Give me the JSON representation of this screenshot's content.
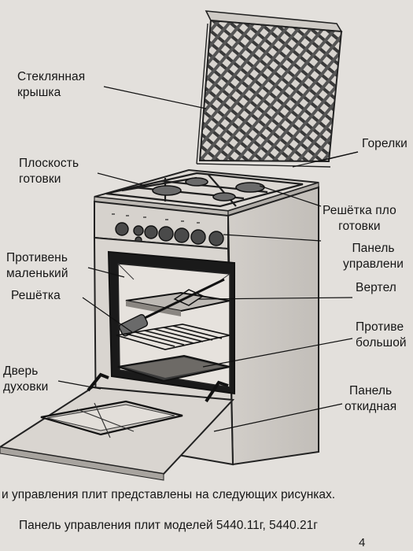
{
  "labels": {
    "glass_lid": [
      "Стеклянная",
      "крышка"
    ],
    "cooktop": [
      "Плоскость",
      "готовки"
    ],
    "small_tray": [
      "Противень",
      "маленький"
    ],
    "rack": "Решётка",
    "oven_door": [
      "Дверь",
      "духовки"
    ],
    "burners": "Горелки",
    "cooktop_grate": [
      "Решётка пло",
      "готовки"
    ],
    "control_panel": [
      "Панель",
      "управлени"
    ],
    "spit": "Вертел",
    "large_tray": [
      "Противе",
      "большой"
    ],
    "folding_panel": [
      "Панель",
      "откидная"
    ]
  },
  "footer": {
    "line1": "и управления плит представлены на следующих рисунках.",
    "line2": "Панель управления плит  моделей 5440.11г, 5440.21г",
    "page_number": "4"
  }
}
